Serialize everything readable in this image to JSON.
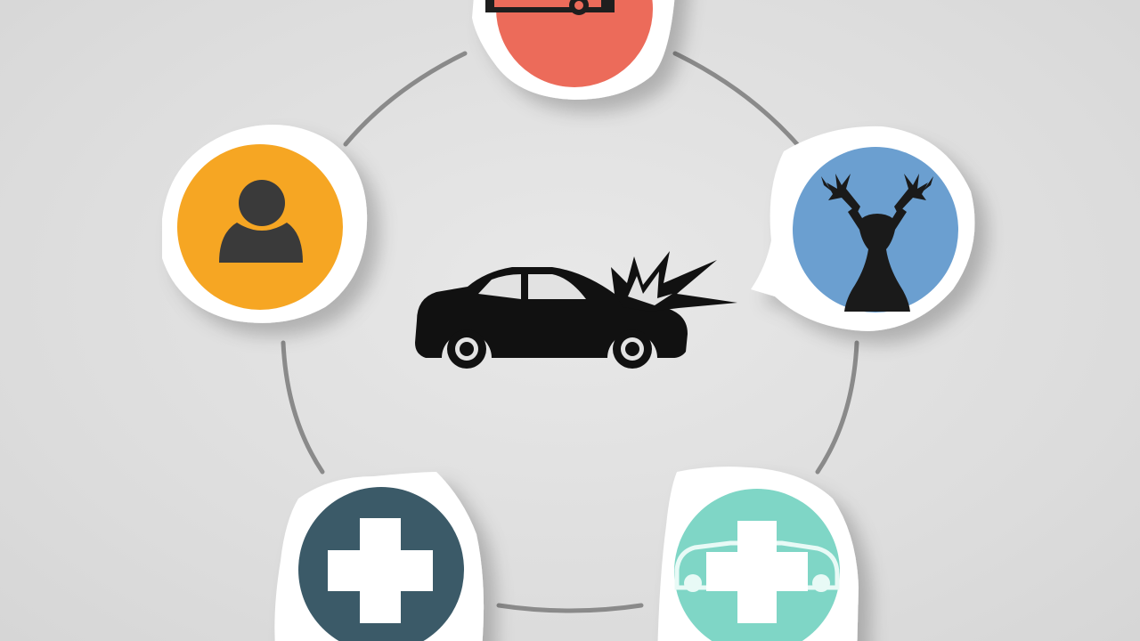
{
  "diagram": {
    "center": {
      "icon": "car-crash-icon",
      "color": "#111111"
    },
    "ring_color": "#8a8a8a",
    "badge_border": "#ffffff",
    "nodes": [
      {
        "id": "top",
        "icon": "truck-icon",
        "color": "#ec6b5a"
      },
      {
        "id": "left",
        "icon": "person-icon",
        "color": "#f6a623"
      },
      {
        "id": "right",
        "icon": "deer-icon",
        "color": "#6b9fd0"
      },
      {
        "id": "bottom-left",
        "icon": "medical-cross-icon",
        "color": "#3b5a68"
      },
      {
        "id": "bottom-right",
        "icon": "medical-car-icon",
        "color": "#7fd6c6"
      }
    ]
  }
}
